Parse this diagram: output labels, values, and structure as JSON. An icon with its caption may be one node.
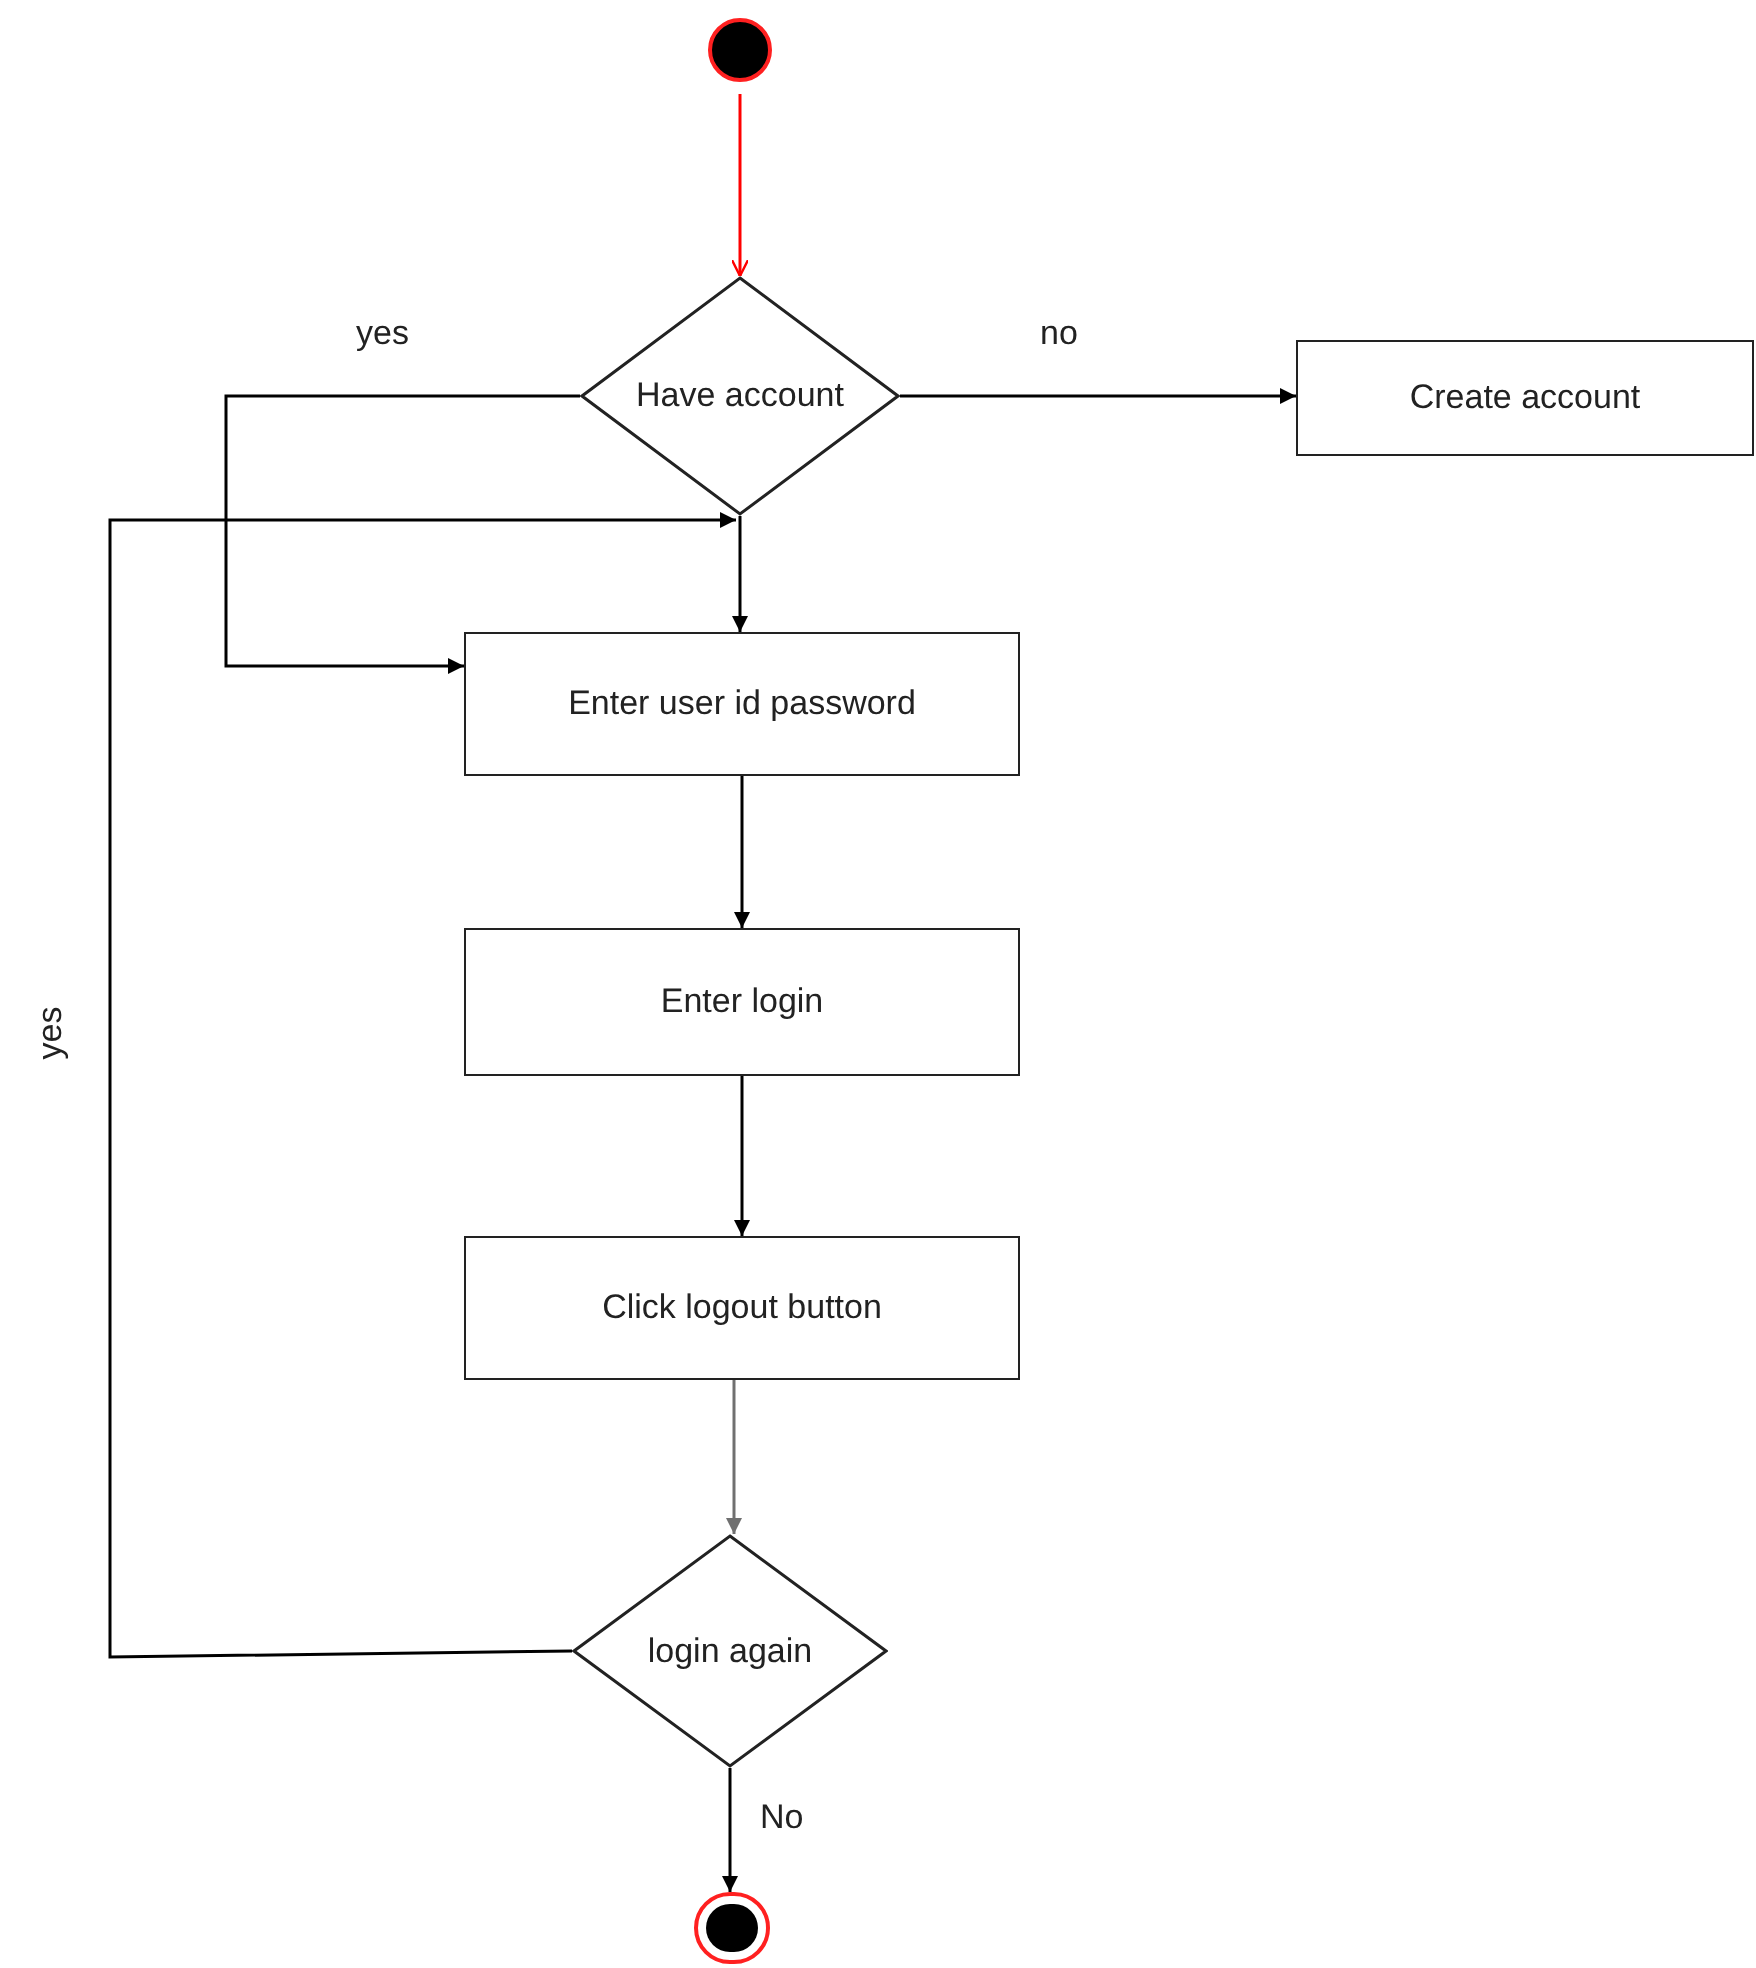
{
  "diagram": {
    "nodes": [
      {
        "text": [],
        "shape": "circle"
      },
      {
        "text": [
          "Have account"
        ]
      },
      {
        "text": [
          "Create account"
        ]
      },
      {
        "text": [
          "Enter user id password"
        ]
      },
      {
        "text": [
          "Enter login"
        ]
      },
      {
        "text": [
          "Click logout button"
        ]
      },
      {
        "text": [
          "login again"
        ]
      },
      {
        "text": [],
        "shape": "circle"
      }
    ],
    "edges": [
      {
        "from": 0,
        "to": 1,
        "arrow": "to",
        "color": "#ff0000"
      },
      {
        "from": 1,
        "to": 2,
        "arrow": "to",
        "label": "no"
      },
      {
        "from": 1,
        "to": 3,
        "arrow": "to",
        "label": "yes"
      },
      {
        "from": 1,
        "to": 3,
        "arrow": "to"
      },
      {
        "from": 3,
        "to": 4,
        "arrow": "to"
      },
      {
        "from": 4,
        "to": 5,
        "arrow": "to"
      },
      {
        "from": 5,
        "to": 6,
        "arrow": "to",
        "color": "#707070"
      },
      {
        "from": 6,
        "to": 1,
        "arrow": "to",
        "label": "yes"
      },
      {
        "from": 6,
        "to": 7,
        "arrow": "to",
        "label": "No"
      }
    ]
  }
}
